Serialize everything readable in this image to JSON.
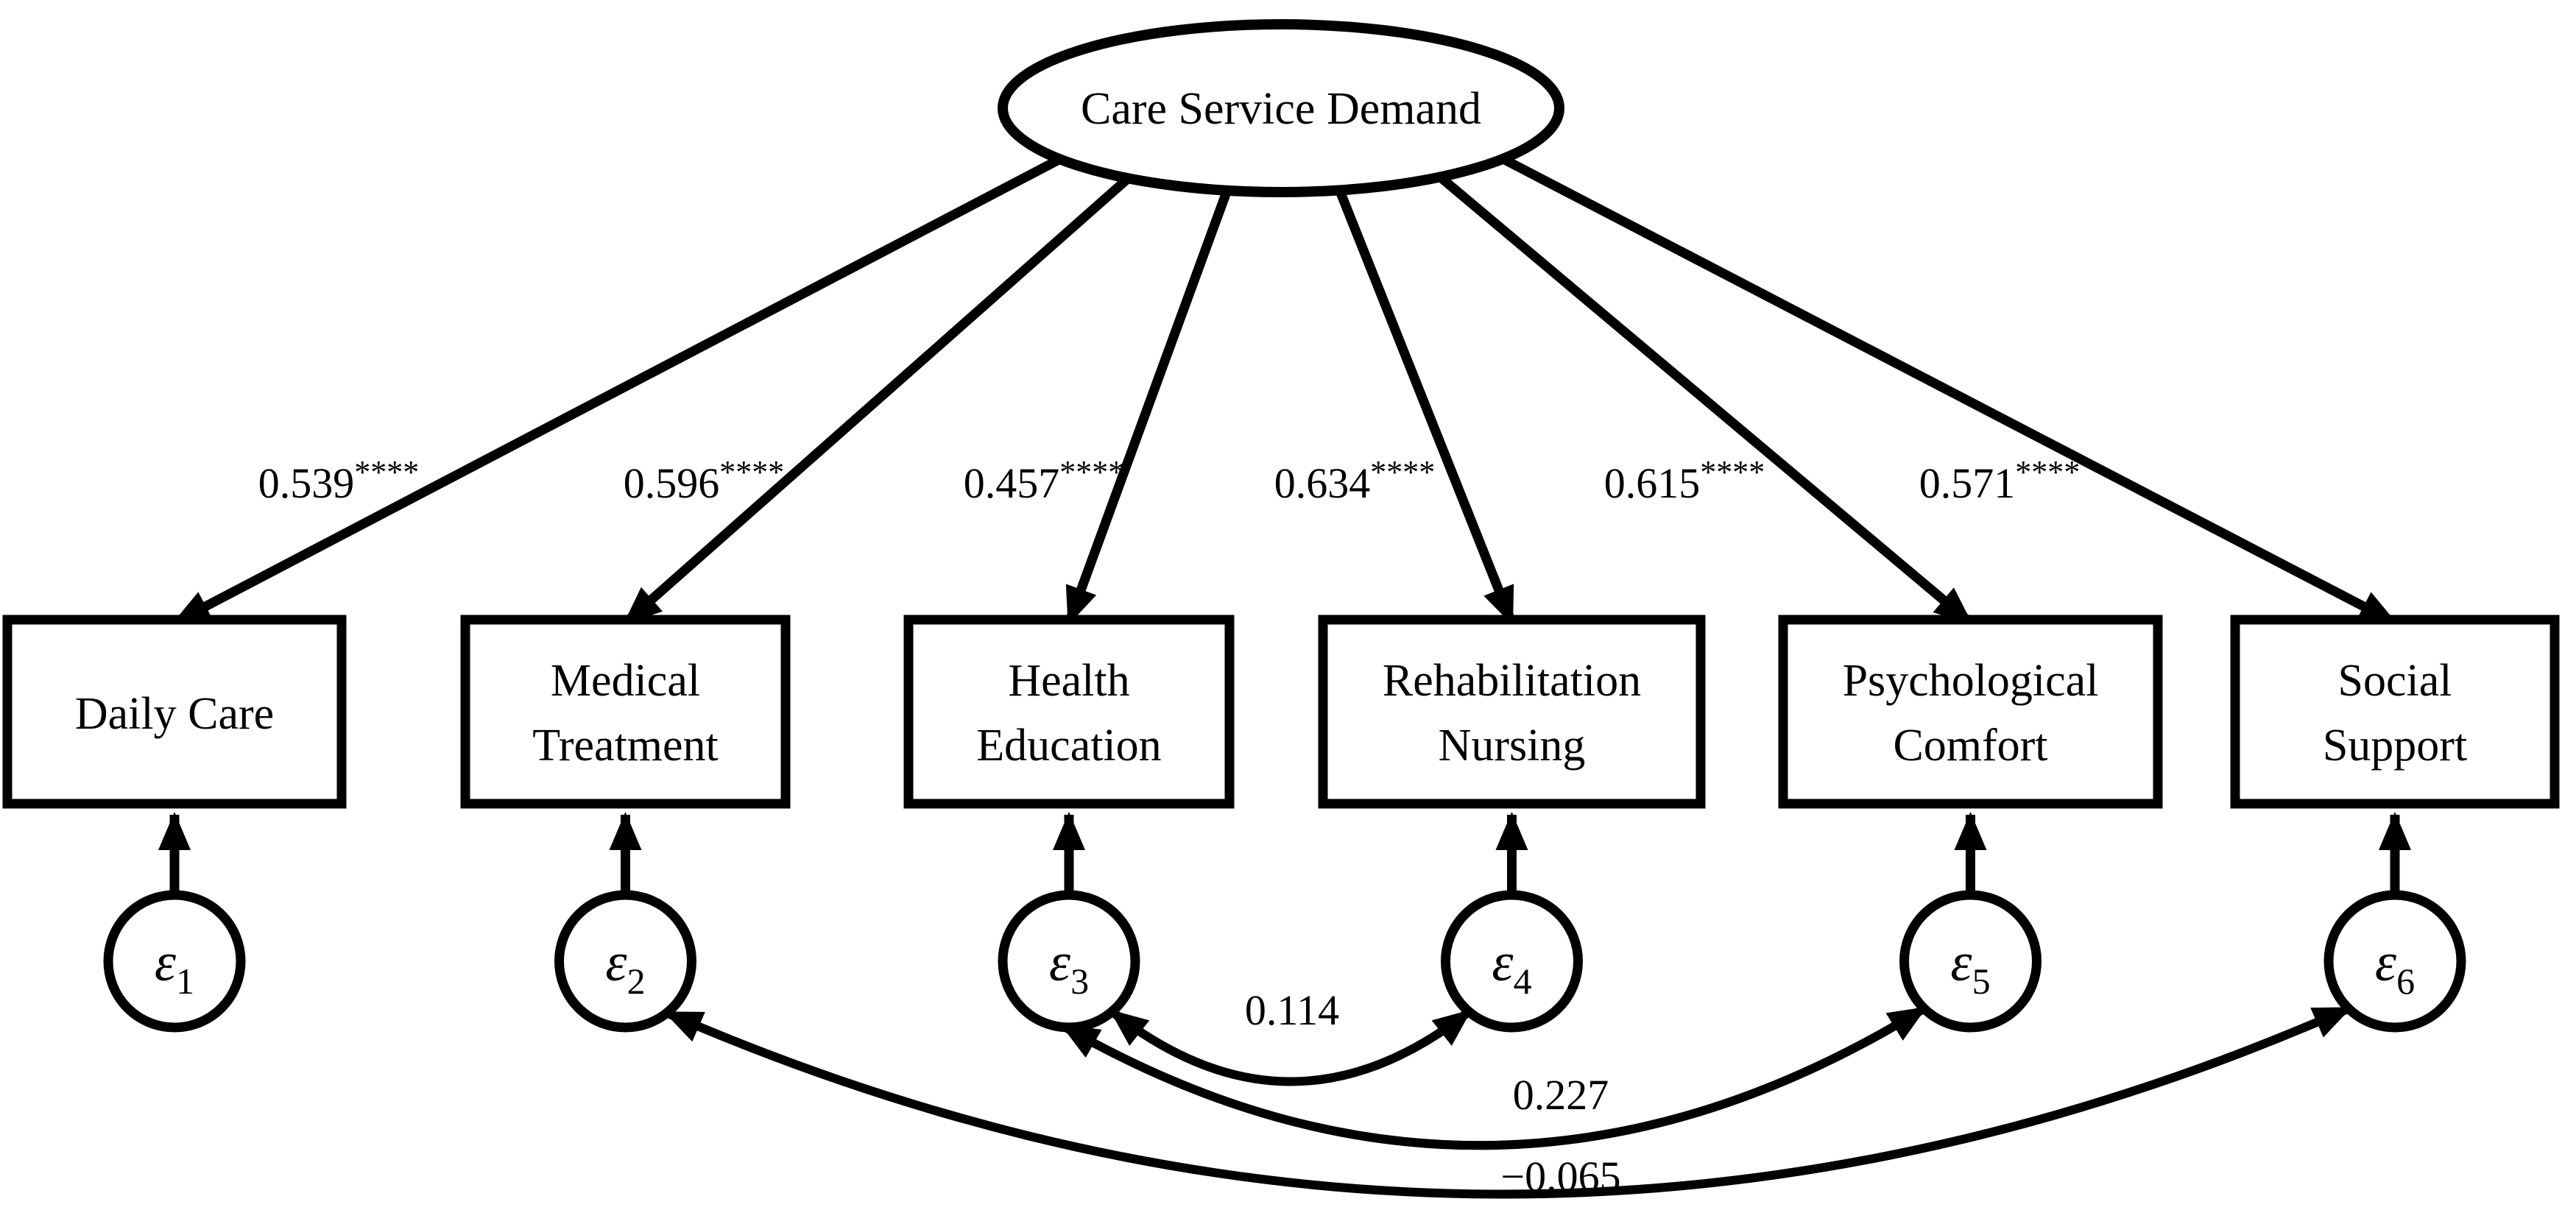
{
  "figure_type": "structural-equation-model-path-diagram",
  "colors": {
    "ink": "#000000",
    "background": "#ffffff"
  },
  "latent": {
    "label": "Care Service Demand"
  },
  "indicators": [
    {
      "lines": [
        "Daily Care"
      ],
      "loading": "0.539",
      "stars": "****",
      "error": {
        "base": "ε",
        "sub": "1"
      }
    },
    {
      "lines": [
        "Medical",
        "Treatment"
      ],
      "loading": "0.596",
      "stars": "****",
      "error": {
        "base": "ε",
        "sub": "2"
      }
    },
    {
      "lines": [
        "Health",
        "Education"
      ],
      "loading": "0.457",
      "stars": "****",
      "error": {
        "base": "ε",
        "sub": "3"
      }
    },
    {
      "lines": [
        "Rehabilitation",
        "Nursing"
      ],
      "loading": "0.634",
      "stars": "****",
      "error": {
        "base": "ε",
        "sub": "4"
      }
    },
    {
      "lines": [
        "Psychological",
        "Comfort"
      ],
      "loading": "0.615",
      "stars": "****",
      "error": {
        "base": "ε",
        "sub": "5"
      }
    },
    {
      "lines": [
        "Social",
        "Support"
      ],
      "loading": "0.571",
      "stars": "****",
      "error": {
        "base": "ε",
        "sub": "6"
      }
    }
  ],
  "covariances": [
    {
      "from": "ε3",
      "to": "ε4",
      "value": "0.114"
    },
    {
      "from": "ε3",
      "to": "ε5",
      "value": "0.227"
    },
    {
      "from": "ε2",
      "to": "ε6",
      "value": "−0.065"
    }
  ]
}
